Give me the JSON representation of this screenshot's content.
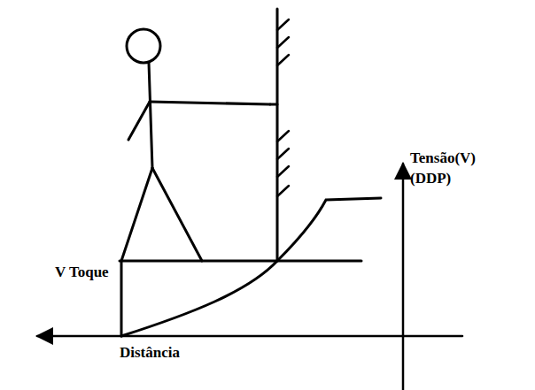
{
  "diagram": {
    "labels": [
      "V Toque",
      "Tensão(V) (DDP)",
      "Distância"
    ]
  }
}
